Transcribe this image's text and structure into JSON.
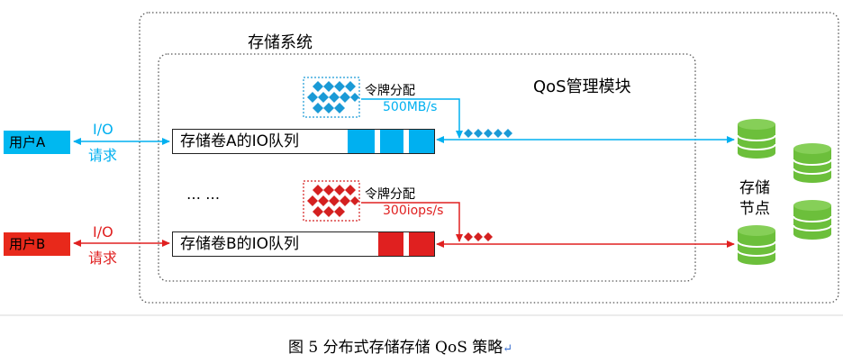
{
  "diagram": {
    "storage_system_label": "存储系统",
    "qos_module_label": "QoS管理模块",
    "ellipsis": "… …",
    "storage_nodes_label_line1": "存储",
    "storage_nodes_label_line2": "节点",
    "user_a": {
      "label": "用户A",
      "io_line1": "I/O",
      "io_line2": "请求",
      "queue_label": "存储卷A的IO队列",
      "token_label": "令牌分配",
      "rate": "500MB/s"
    },
    "user_b": {
      "label": "用户B",
      "io_line1": "I/O",
      "io_line2": "请求",
      "queue_label": "存储卷B的IO队列",
      "token_label": "令牌分配",
      "rate": "300iops/s"
    }
  },
  "caption": "图 5 分布式存储存储 QoS 策略",
  "colors": {
    "blue": "#00b0f0",
    "red": "#e02020",
    "green": "#6cbf3b",
    "user_a_bg": "#00b8f0",
    "user_b_bg": "#e8291b",
    "token_blue": "#1a9ad6",
    "token_red": "#d42020"
  }
}
